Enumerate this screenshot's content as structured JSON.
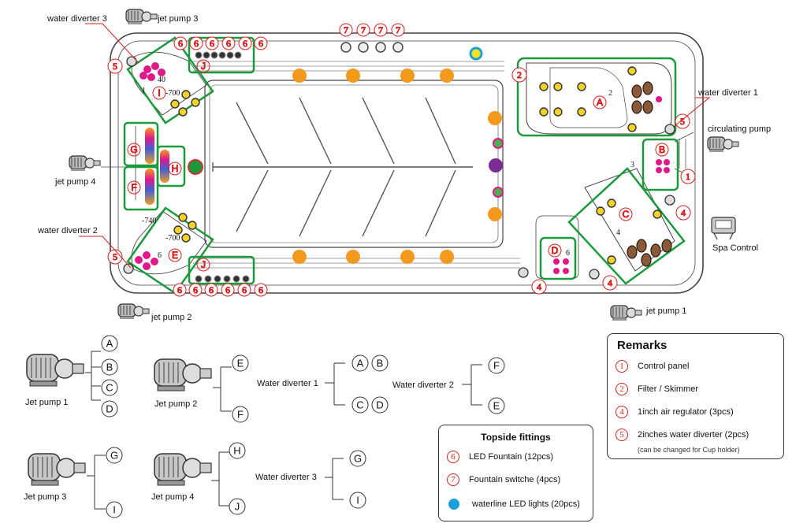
{
  "labels": {
    "water_diverter_3": "water diverter 3",
    "jet_pump_3": "jet pump 3",
    "jet_pump_4": "jet pump 4",
    "water_diverter_2": "water diverter 2",
    "jet_pump_2": "jet pump 2",
    "water_diverter_1": "water diverter 1",
    "circulating_pump": "circulating pump",
    "spa_control": "Spa Control",
    "jet_pump_1": "jet pump 1"
  },
  "seat_numbers": {
    "n2": "2",
    "n3": "3",
    "n4": "4",
    "n6a": "6",
    "n6b": "6",
    "n40": "40",
    "n1": "1"
  },
  "values": {
    "v700a": "-700",
    "v740": "-740",
    "v700b": "-700"
  },
  "zones": {
    "A": "A",
    "B": "B",
    "C": "C",
    "D": "D",
    "E": "E",
    "F": "F",
    "G": "G",
    "H": "H",
    "I": "I",
    "J": "J"
  },
  "markers": {
    "one": "1",
    "two": "2",
    "four": "4",
    "five": "5",
    "six": "6",
    "seven": "7"
  },
  "legend_tree": {
    "jp1": "Jet pump 1",
    "jp2": "Jet pump 2",
    "jp3": "Jet pump 3",
    "jp4": "Jet pump 4",
    "wd1": "Water diverter 1",
    "wd2": "Water diverter 2",
    "wd3": "Water diverter 3"
  },
  "remarks": {
    "title": "Remarks",
    "items": [
      {
        "num": "1",
        "text": "Control panel"
      },
      {
        "num": "2",
        "text": "Filter / Skimmer"
      },
      {
        "num": "4",
        "text": "1inch air regulator (3pcs)"
      },
      {
        "num": "5",
        "text": "2inches water diverter (2pcs)"
      }
    ],
    "note": "(can be changed for Cup holder)"
  },
  "topside": {
    "title": "Topside fittings",
    "items": [
      {
        "num": "6",
        "text": "LED Fountain (12pcs)"
      },
      {
        "num": "7",
        "text": "Fountain switche (4pcs)"
      },
      {
        "num": "",
        "text": "waterline LED lights (20pcs)"
      }
    ]
  },
  "colors": {
    "zone_border": "#1a9a3a",
    "marker_red": "#d42020",
    "led_orange": "#f39a1e",
    "led_blue": "#1ca0dc",
    "jet_magenta": "#e0188a"
  }
}
